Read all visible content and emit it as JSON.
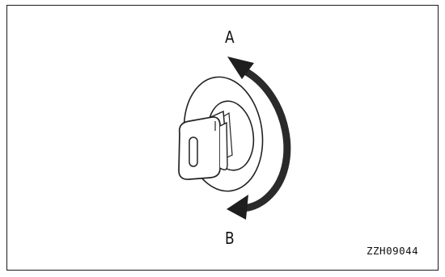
{
  "diagram": {
    "position_a_label": "A",
    "position_b_label": "B",
    "figure_code": "ZZH09044"
  },
  "icons": {
    "key": "key-icon",
    "switch": "ignition-switch-icon",
    "arrow": "rotation-arrow-icon"
  }
}
